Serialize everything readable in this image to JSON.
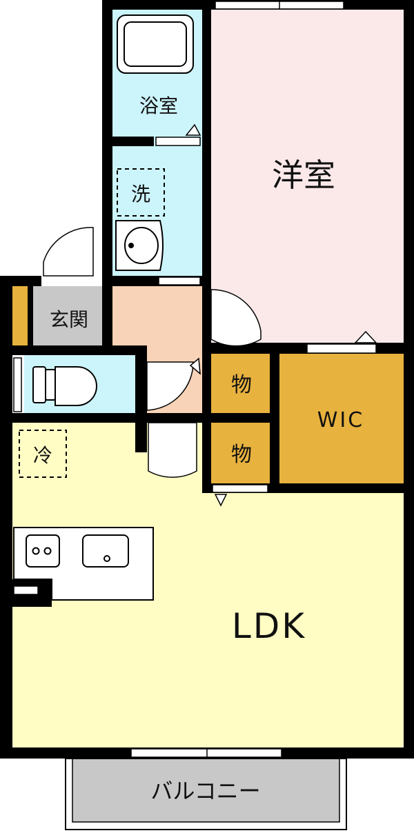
{
  "floorplan": {
    "rooms": {
      "bath": "浴室",
      "washroom": "洗",
      "western_room": "洋室",
      "entrance": "玄関",
      "storage_1": "物",
      "storage_2": "物",
      "wic": "WIC",
      "fridge": "冷",
      "ldk": "LDK",
      "balcony": "バルコニー"
    },
    "colors": {
      "western_room": "#fbe9ea",
      "bath": "#ccf4fb",
      "wet_area": "#ccf4fb",
      "entrance": "#c8c8c8",
      "hall": "#f8d3b7",
      "storage": "#e8b23e",
      "ldk": "#fffcc4",
      "balcony": "#c8c8c8",
      "wall": "#000000"
    }
  }
}
